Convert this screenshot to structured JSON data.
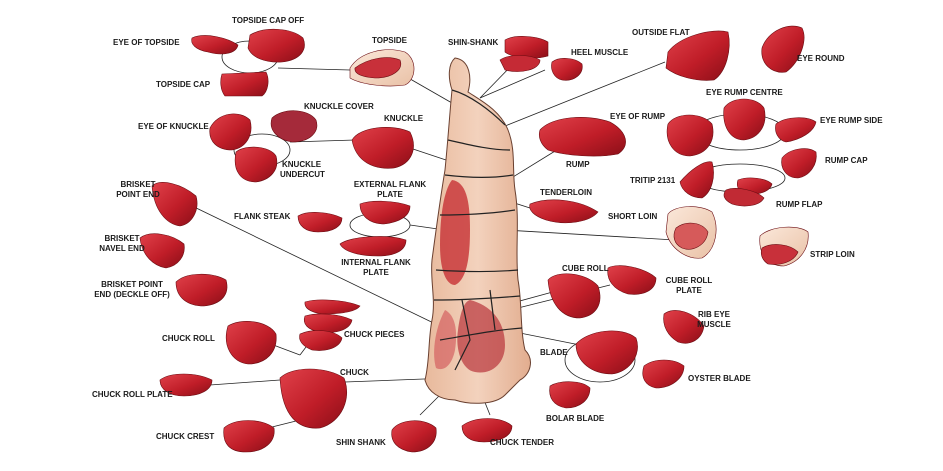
{
  "labels": {
    "topside_cap_off": "TOPSIDE CAP OFF",
    "eye_of_topside": "EYE OF TOPSIDE",
    "topside": "TOPSIDE",
    "topside_cap": "TOPSIDE CAP",
    "knuckle_cover": "KNUCKLE COVER",
    "eye_of_knuckle": "EYE OF KNUCKLE",
    "knuckle": "KNUCKLE",
    "knuckle_undercut_1": "KNUCKLE",
    "knuckle_undercut_2": "UNDERCUT",
    "shin_shank_top": "SHIN-SHANK",
    "heel_muscle": "HEEL MUSCLE",
    "outside_flat": "OUTSIDE FLAT",
    "eye_round": "EYE ROUND",
    "eye_rump_centre": "EYE RUMP CENTRE",
    "eye_of_rump": "EYE OF RUMP",
    "eye_rump_side": "EYE RUMP SIDE",
    "rump": "RUMP",
    "rump_cap": "RUMP CAP",
    "tritip": "TRITIP 2131",
    "rump_flap": "RUMP FLAP",
    "tenderloin": "TENDERLOIN",
    "short_loin": "SHORT LOIN",
    "strip_loin": "STRIP LOIN",
    "brisket_point_end_1": "BRISKET",
    "brisket_point_end_2": "POINT END",
    "brisket_navel_end_1": "BRISKET",
    "brisket_navel_end_2": "NAVEL END",
    "brisket_deckle_1": "BRISKET POINT",
    "brisket_deckle_2": "END (DECKLE OFF)",
    "external_flank_1": "EXTERNAL FLANK",
    "external_flank_2": "PLATE",
    "flank_steak": "FLANK STEAK",
    "internal_flank_1": "INTERNAL FLANK",
    "internal_flank_2": "PLATE",
    "cube_roll": "CUBE ROLL",
    "cube_roll_plate_1": "CUBE ROLL",
    "cube_roll_plate_2": "PLATE",
    "rib_eye_1": "RIB EYE",
    "rib_eye_2": "MUSCLE",
    "chuck_roll": "CHUCK ROLL",
    "chuck_pieces": "CHUCK PIECES",
    "chuck": "CHUCK",
    "blade": "BLADE",
    "oyster_blade": "OYSTER BLADE",
    "chuck_roll_plate": "CHUCK ROLL PLATE",
    "bolar_blade": "BOLAR BLADE",
    "chuck_crest": "CHUCK CREST",
    "shin_shank": "SHIN SHANK",
    "chuck_tender": "CHUCK TENDER"
  },
  "colors": {
    "meat": "#c8202a",
    "meat_dark": "#8e1018",
    "fat": "#f1d6c4",
    "carcass": "#ecc2a6",
    "line": "#222222"
  }
}
